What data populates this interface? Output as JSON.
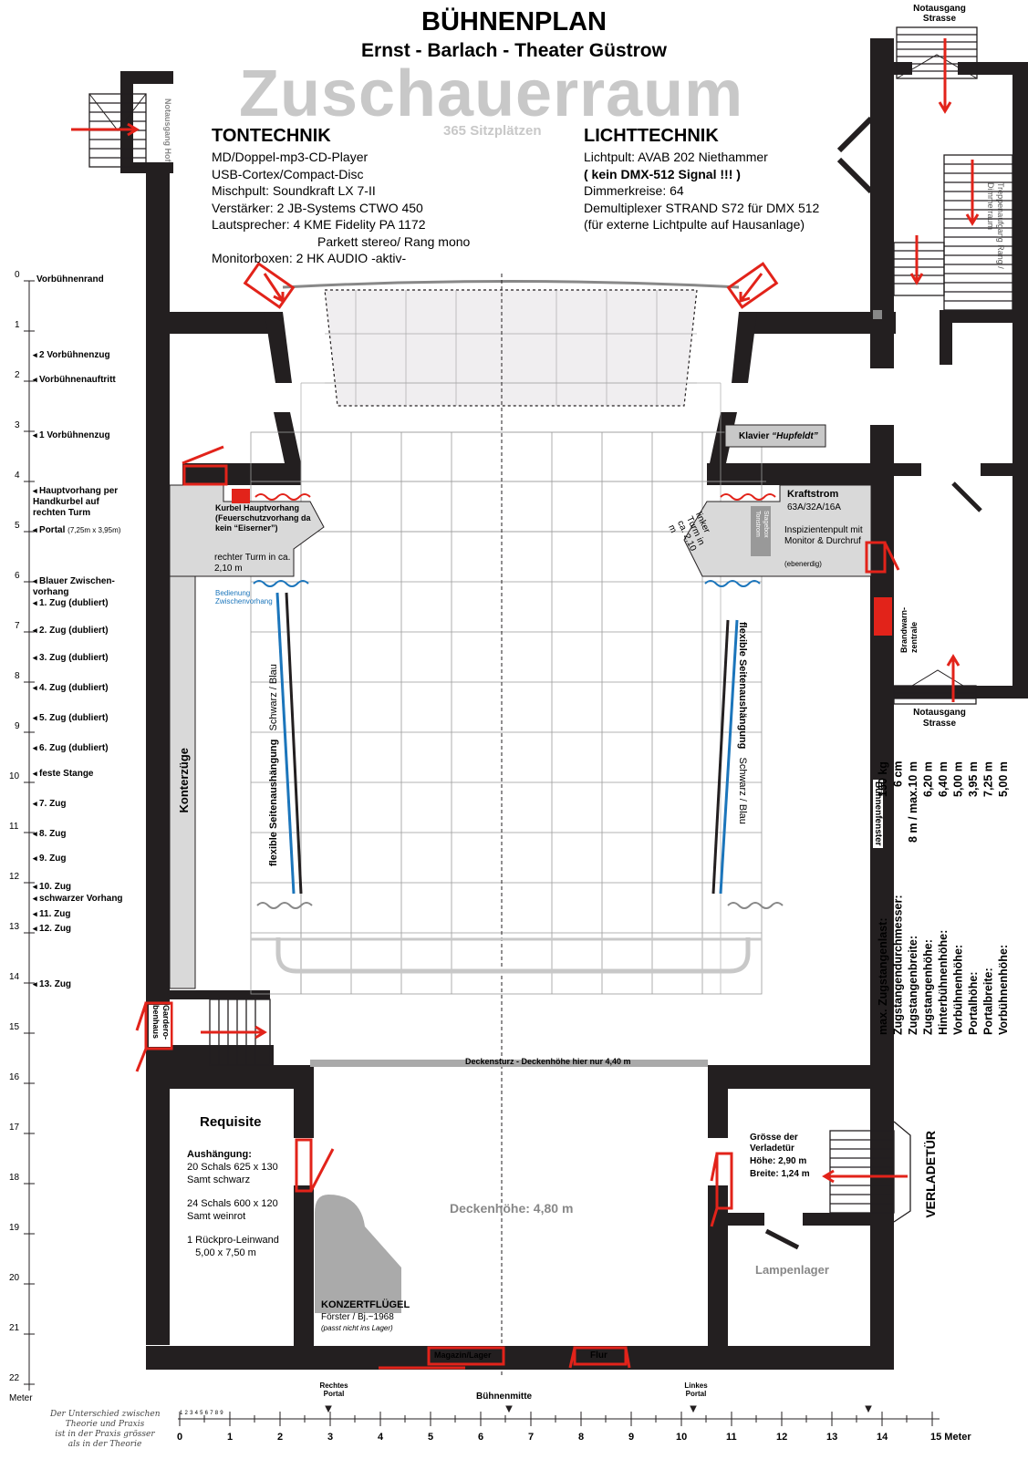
{
  "header": {
    "title": "BÜHNENPLAN",
    "subtitle": "Ernst - Barlach - Theater  Güstrow",
    "watermark": "Zuschauerraum",
    "seats": "365 Sitzplätzen"
  },
  "tontechnik": {
    "heading": "TONTECHNIK",
    "lines": [
      "MD/Doppel-mp3-CD-Player",
      "USB-Cortex/Compact-Disc",
      "Mischpult: Soundkraft LX 7-II",
      "Verstärker: 2 JB-Systems CTWO 450",
      "Lautsprecher: 4 KME Fidelity PA 1172",
      "Parkett stereo/ Rang mono",
      "Monitorboxen: 2 HK AUDIO -aktiv-"
    ]
  },
  "lichttechnik": {
    "heading": "LICHTTECHNIK",
    "lines": [
      "Lichtpult: AVAB 202 Niethammer",
      "( kein DMX-512 Signal !!! )",
      "Dimmerkreise: 64",
      "Demultiplexer STRAND S72  für DMX 512",
      "(für externe Lichtpulte auf Hausanlage)"
    ]
  },
  "exits": {
    "hof": "Notausgang Hof",
    "strasse_top": "Notausgang Strasse",
    "strasse_right": "Notausgang Strasse",
    "treppe": "Treppenaufgang Rang / Dimmerraum"
  },
  "stage_labels": {
    "klavier": "Klavier",
    "klavier_name": "“Hupfeldt”",
    "kurbel": "Kurbel Hauptvorhang (Feuerschutzvorhang da kein “Eiserner”)",
    "rechter_turm": "rechter Turm in ca. 2,10 m",
    "bedienung": "Bedienung Zwischenvorhang",
    "linker_turm": "linker Turm in ca. 2,10 m",
    "stagebox": "Stagebox Tonstrom",
    "kraftstrom": "Kraftstrom",
    "kraftstrom_values": "63A/32A/16A",
    "inspizient": "Inspizientenpult mit Monitor & Durchruf",
    "ebenerdig": "(ebenerdig)",
    "brandwarn": "Brandwarn-zentrale",
    "seiten_left_bold": "flexible Seitenaushängung",
    "seiten_left_normal": "Schwarz / Blau",
    "seiten_right_bold": "flexible Seitenaushängung",
    "seiten_right_normal": "Schwarz / Blau",
    "konterzuege": "Konterzüge",
    "buehnenfenster": "Bühnenfenster",
    "garderobe": "Gardero-benhaus",
    "deckensturz": "Deckensturz - Deckenhöhe hier nur 4,40 m",
    "deckenhoehe": "Deckenhöhe: 4,80 m",
    "requisite": "Requisite",
    "aushaengung_title": "Aushängung:",
    "aushaengung_lines": [
      "20 Schals 625 x 130",
      "Samt schwarz",
      "",
      "24 Schals 600 x 120",
      "Samt weinrot",
      "",
      "1 Rückpro-Leinwand",
      "   5,00 x 7,50 m"
    ],
    "fluegel": "KONZERTFLÜGEL",
    "fluegel_info": "Förster / Bj.~1968",
    "fluegel_note": "(passt nicht ins Lager)",
    "lampenlager": "Lampenlager",
    "verladetuer_size_title": "Grösse der Verladetür",
    "verladetuer_hoehe": "Höhe:  2,90 m",
    "verladetuer_breite": "Breite: 1,24 m",
    "verladetuer": "VERLADETÜR",
    "magazin": "Magazin/Lager",
    "flur": "Flur"
  },
  "zuege": [
    {
      "label": "Vorbühnenrand",
      "pos": 0
    },
    {
      "label": "2 Vorbühnenzug",
      "pos": 1.5
    },
    {
      "label": "Vorbühnenauftritt",
      "pos": 2
    },
    {
      "label": "1 Vorbühnenzug",
      "pos": 3.1
    },
    {
      "label": "Hauptvorhang per Handkurbel auf rechten Turm",
      "pos": 4.2
    },
    {
      "label": "Portal",
      "suffix": "(7,25m x 3,95m)",
      "pos": 5
    },
    {
      "label": "Blauer Zwischen-vorhang",
      "pos": 6
    },
    {
      "label": "1. Zug (dubliert)",
      "pos": 6.45
    },
    {
      "label": "2. Zug (dubliert)",
      "pos": 7
    },
    {
      "label": "3. Zug (dubliert)",
      "pos": 7.55
    },
    {
      "label": "4. Zug (dubliert)",
      "pos": 8.15
    },
    {
      "label": "5. Zug (dubliert)",
      "pos": 8.75
    },
    {
      "label": "6. Zug (dubliert)",
      "pos": 9.35
    },
    {
      "label": "feste Stange",
      "pos": 9.85
    },
    {
      "label": "7. Zug",
      "pos": 10.45
    },
    {
      "label": "8. Zug",
      "pos": 11.05
    },
    {
      "label": "9. Zug",
      "pos": 11.55
    },
    {
      "label": "10. Zug",
      "pos": 12.1
    },
    {
      "label": "schwarzer Vorhang",
      "pos": 12.35
    },
    {
      "label": "11. Zug",
      "pos": 12.65
    },
    {
      "label": "12. Zug",
      "pos": 12.95
    },
    {
      "label": "13. Zug",
      "pos": 14.05
    }
  ],
  "scales": {
    "vertical_ticks": [
      "0",
      "1",
      "2",
      "3",
      "4",
      "5",
      "6",
      "7",
      "8",
      "9",
      "10",
      "11",
      "12",
      "13",
      "14",
      "15",
      "16",
      "17",
      "18",
      "19",
      "20",
      "21",
      "22"
    ],
    "vertical_unit": "Meter",
    "horizontal_ticks": [
      "0",
      "1",
      "2",
      "3",
      "4",
      "5",
      "6",
      "7",
      "8",
      "9",
      "10",
      "11",
      "12",
      "13",
      "14",
      "15"
    ],
    "horizontal_unit": "15 Meter",
    "fine_ticks": "123456789",
    "rechtes_portal": "Rechtes Portal",
    "buehnenmitte": "Bühnenmitte",
    "linkes_portal": "Linkes Portal"
  },
  "specs": {
    "labels": [
      "Vorbühnenhöhe:",
      "Portalbreite:",
      "Portalhöhe:",
      "Vorbühnenhöhe:",
      "Hinterbühnenhöhe:",
      "Zugstangenhöhe:",
      "Zugstangenbreite:",
      "Zugstangendurchmesser:",
      "max. Zugstangenlast:"
    ],
    "values": [
      "5,00 m",
      "7,25 m",
      "3,95 m",
      "5,00 m",
      "6,40 m",
      "6,20 m",
      "8 m / max.10 m",
      "6 cm",
      "150 kg"
    ]
  },
  "quote": [
    "Der Unterschied zwischen",
    "Theorie und Praxis",
    "ist in der Praxis grösser",
    "als in der Theorie"
  ],
  "colors": {
    "wall": "#231f20",
    "red": "#e2231a",
    "blue": "#1b75bb",
    "grey_area": "#d9d9d9",
    "grid": "#9a9a9a",
    "watermark": "#c8c8c8"
  }
}
